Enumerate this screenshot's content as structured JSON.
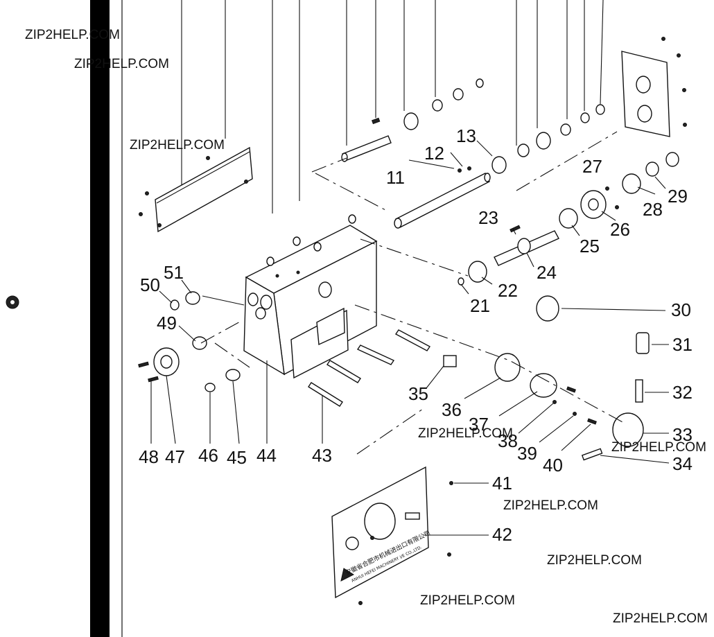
{
  "watermarks": [
    "ZIP2HELP.COM",
    "ZIP2HELP.COM",
    "ZIP2HELP.COM",
    "ZIP2HELP.COM",
    "ZIP2HELP.COM",
    "ZIP2HELP.COM",
    "ZIP2HELP.COM",
    "ZIP2HELP.COM",
    "ZIP2HELP.COM"
  ],
  "callouts": [
    "11",
    "12",
    "13",
    "21",
    "22",
    "23",
    "24",
    "25",
    "26",
    "27",
    "28",
    "29",
    "30",
    "31",
    "32",
    "33",
    "34",
    "35",
    "36",
    "37",
    "38",
    "39",
    "40",
    "41",
    "42",
    "43",
    "44",
    "45",
    "46",
    "47",
    "48",
    "49",
    "50",
    "51"
  ],
  "plates": [
    {
      "name": "company-nameplate",
      "lines": [
        "安徽省合肥市机械进出口有限公司",
        "ANHUI HEFEI MACHINERY I/E CO.,LTD."
      ]
    }
  ]
}
